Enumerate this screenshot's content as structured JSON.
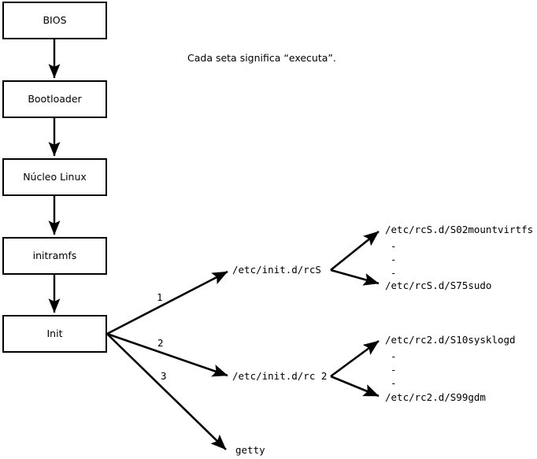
{
  "diagram": {
    "title_note": "Cada seta significa “executa”.",
    "boot_chain": [
      {
        "id": "bios",
        "label": "BIOS"
      },
      {
        "id": "bootloader",
        "label": "Bootloader"
      },
      {
        "id": "kernel",
        "label": "Núcleo Linux"
      },
      {
        "id": "initramfs",
        "label": "initramfs"
      },
      {
        "id": "init",
        "label": "Init"
      }
    ],
    "branch_numbers": {
      "one": "1",
      "two": "2",
      "three": "3"
    },
    "init_targets": [
      {
        "id": "rcs",
        "label": "/etc/init.d/rcS"
      },
      {
        "id": "rc2",
        "label": "/etc/init.d/rc 2"
      },
      {
        "id": "getty",
        "label": "getty"
      }
    ],
    "rcs_scripts": {
      "first": "/etc/rcS.d/S02mountvirtfs",
      "ellipsis": "-\n-\n-",
      "last": "/etc/rcS.d/S75sudo"
    },
    "rc2_scripts": {
      "first": "/etc/rc2.d/S10sysklogd",
      "ellipsis": "-\n-\n-",
      "last": "/etc/rc2.d/S99gdm"
    },
    "colors": {
      "stroke": "#000000",
      "background": "#ffffff",
      "text": "#000000"
    }
  }
}
